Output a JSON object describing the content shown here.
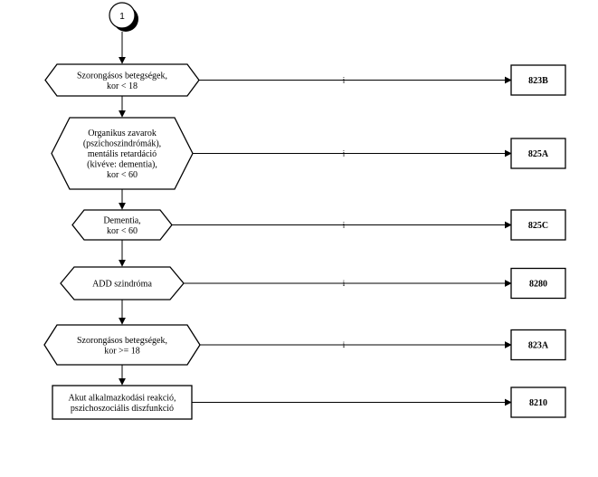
{
  "connector": {
    "label": "1"
  },
  "rows": [
    {
      "shape": "hexagon",
      "lines": [
        "Szorongásos betegségek,",
        "kor < 18"
      ],
      "branch": "i",
      "code": "823B"
    },
    {
      "shape": "hexagon",
      "lines": [
        "Organikus zavarok",
        "(pszichoszindrómák),",
        "mentális retardáció",
        "(kivéve: dementia),",
        "kor < 60"
      ],
      "branch": "i",
      "code": "825A"
    },
    {
      "shape": "hexagon",
      "lines": [
        "Dementia,",
        "kor < 60"
      ],
      "branch": "i",
      "code": "825C"
    },
    {
      "shape": "hexagon",
      "lines": [
        "ADD szindróma"
      ],
      "branch": "i",
      "code": "8280"
    },
    {
      "shape": "hexagon",
      "lines": [
        "Szorongásos betegségek,",
        "kor >= 18"
      ],
      "branch": "i",
      "code": "823A"
    },
    {
      "shape": "rect",
      "lines": [
        "Akut alkalmazkodási reakció,",
        "pszichoszociális diszfunkció"
      ],
      "branch": "",
      "code": "8210"
    }
  ]
}
